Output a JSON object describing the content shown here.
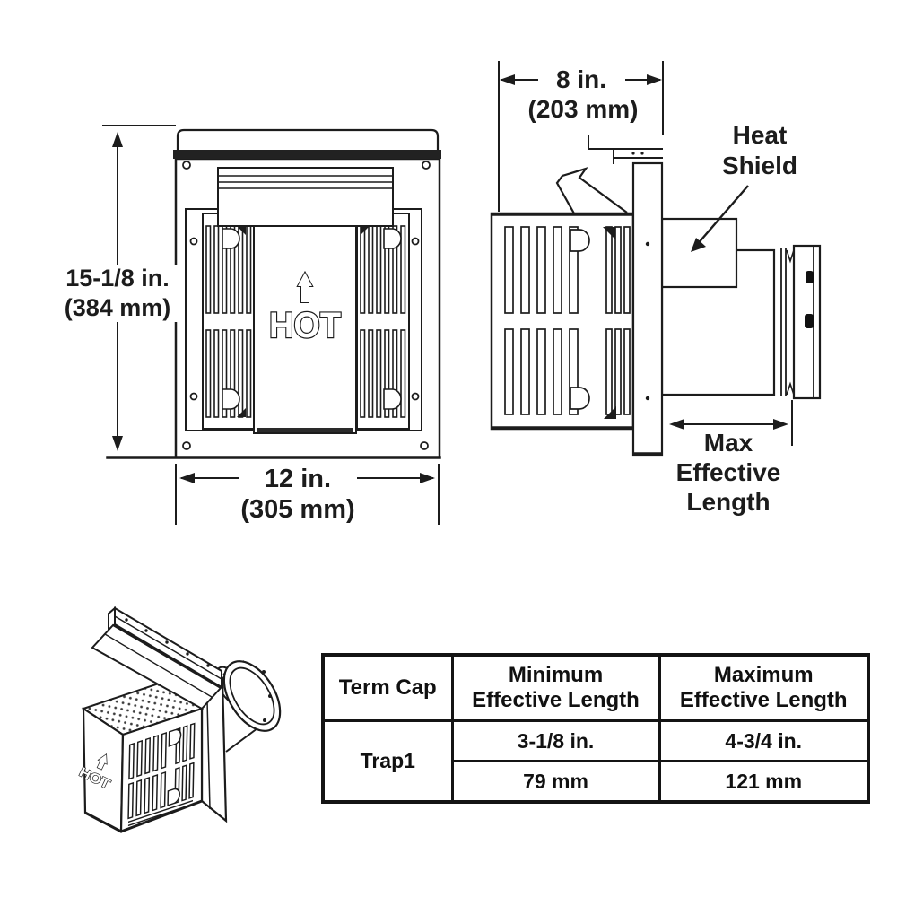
{
  "front_view": {
    "hot_label": "HOT",
    "height_dim_line1": "15-1/8 in.",
    "height_dim_line2": "(384 mm)",
    "width_dim_line1": "12 in.",
    "width_dim_line2": "(305 mm)"
  },
  "side_view": {
    "depth_dim_line1": "8 in.",
    "depth_dim_line2": "(203 mm)",
    "heat_shield_line1": "Heat",
    "heat_shield_line2": "Shield",
    "max_len_line1": "Max",
    "max_len_line2": "Effective",
    "max_len_line3": "Length"
  },
  "perspective_view": {
    "hot_label": "HOT"
  },
  "spec_table": {
    "headers": {
      "term_cap": "Term Cap",
      "min_line1": "Minimum",
      "min_line2": "Effective Length",
      "max_line1": "Maximum",
      "max_line2": "Effective Length"
    },
    "row": {
      "term_cap": "Trap1",
      "min_inches": "3-1/8 in.",
      "min_mm": "79 mm",
      "max_inches": "4-3/4 in.",
      "max_mm": "121 mm"
    }
  },
  "colors": {
    "line": "#1c1c1c",
    "background": "#ffffff"
  }
}
